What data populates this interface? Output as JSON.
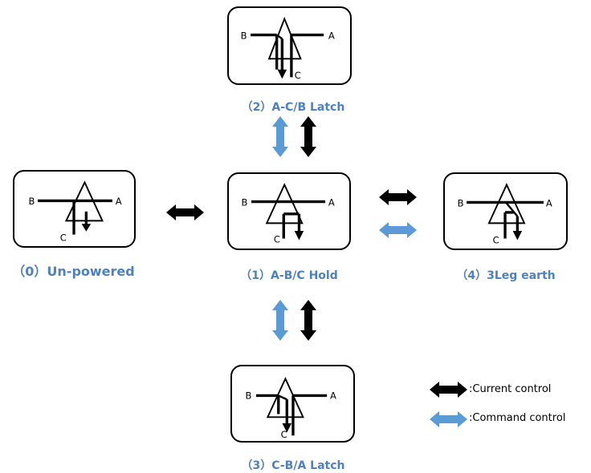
{
  "states": {
    "s0": {
      "caption": "（0）Un-powered",
      "a": "A",
      "b": "B",
      "c": "C"
    },
    "s1": {
      "caption": "（1）A-B/C Hold",
      "a": "A",
      "b": "B",
      "c": "C"
    },
    "s2": {
      "caption": "（2）A-C/B Latch",
      "a": "A",
      "b": "B",
      "c": "C"
    },
    "s3": {
      "caption": "（3）C-B/A Latch",
      "a": "A",
      "b": "B",
      "c": "C"
    },
    "s4": {
      "caption": "（4）3Leg earth",
      "a": "A",
      "b": "B",
      "c": "C"
    }
  },
  "legend": {
    "current": ":Current control",
    "command": ":Command control"
  },
  "colors": {
    "current_arrow": "#000000",
    "command_arrow": "#5b9bd5",
    "caption": "#4f81bd"
  }
}
